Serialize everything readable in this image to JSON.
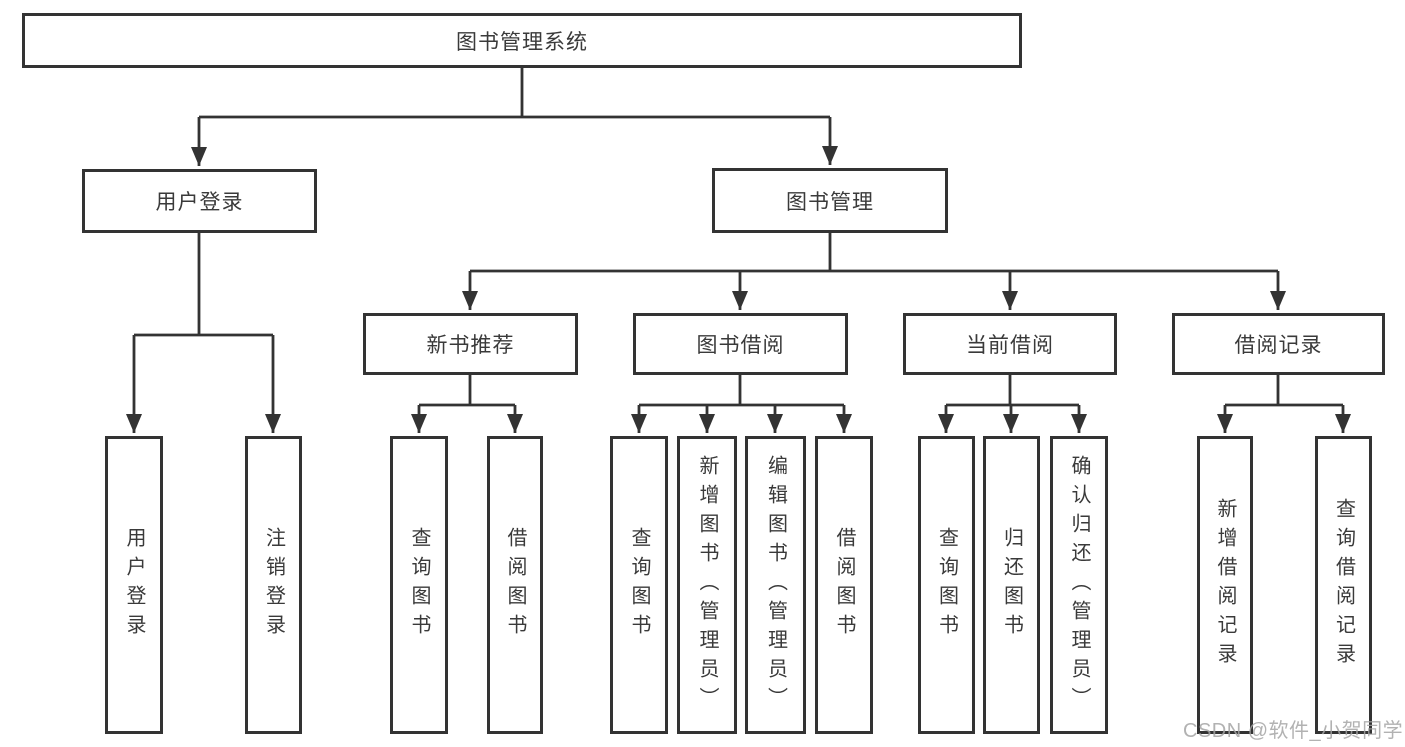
{
  "page": {
    "background": "#ffffff"
  },
  "diagram": {
    "type": "hierarchy-tree",
    "line_color": "#333333",
    "text_color": "#3a3a3a",
    "root": {
      "label": "图书管理系统"
    },
    "level2": {
      "user_login": {
        "label": "用户登录"
      },
      "book_management": {
        "label": "图书管理"
      }
    },
    "level3": {
      "new_book_recommend": {
        "label": "新书推荐"
      },
      "book_borrowing": {
        "label": "图书借阅"
      },
      "current_borrowing": {
        "label": "当前借阅"
      },
      "borrowing_records": {
        "label": "借阅记录"
      }
    },
    "leaves": {
      "user_login": {
        "label": "用户登录"
      },
      "logout": {
        "label": "注销登录"
      },
      "recommend_query_books": {
        "label": "查询图书"
      },
      "recommend_borrow_books": {
        "label": "借阅图书"
      },
      "borrowing_query_books": {
        "label": "查询图书"
      },
      "borrowing_add_books_admin": {
        "label": "新增图书（管理员）"
      },
      "borrowing_edit_books_admin": {
        "label": "编辑图书（管理员）"
      },
      "borrowing_borrow_books": {
        "label": "借阅图书"
      },
      "current_query_books": {
        "label": "查询图书"
      },
      "current_return_books": {
        "label": "归还图书"
      },
      "current_confirm_return_admin": {
        "label": "确认归还（管理员）"
      },
      "records_add_record": {
        "label": "新增借阅记录"
      },
      "records_query_record": {
        "label": "查询借阅记录"
      }
    }
  },
  "watermark": {
    "text": "CSDN @软件_小贺同学",
    "color": "#a5a5a5"
  }
}
